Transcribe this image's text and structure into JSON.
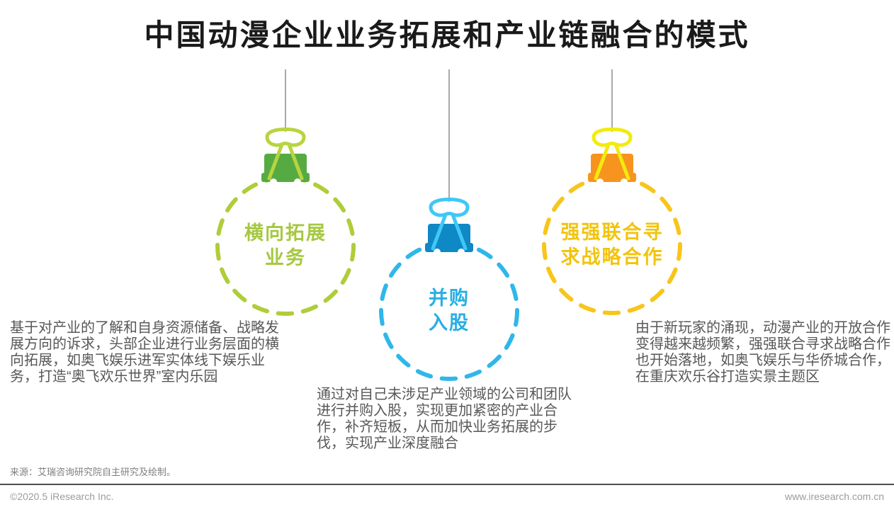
{
  "title": "中国动漫企业业务拓展和产业链融合的模式",
  "modes": [
    {
      "name": "横向拓展业务",
      "label_line1": "横向拓展",
      "label_line2": "业务",
      "description": "基于对产业的了解和自身资源储备、战略发展方向的诉求，头部企业进行业务层面的横向拓展，如奥飞娱乐进军实体线下娱乐业务，打造“奥飞欢乐世界”室内乐园",
      "colors": {
        "clip_body": "#55AB42",
        "clip_wire": "#B8D43E",
        "circle_dash": "#AFCD3A",
        "label": "#A6C841"
      }
    },
    {
      "name": "并购入股",
      "label_line1": "并购",
      "label_line2": "入股",
      "description": "通过对自己未涉足产业领域的公司和团队进行并购入股，实现更加紧密的产业合作，补齐短板，从而加快业务拓展的步伐，实现产业深度融合",
      "colors": {
        "clip_body": "#0F88C6",
        "clip_wire": "#3FC8F5",
        "circle_dash": "#2FB7EA",
        "label": "#29AEE4"
      }
    },
    {
      "name": "强强联合寻求战略合作",
      "label_line1": "强强联合寻",
      "label_line2": "求战略合作",
      "description": "由于新玩家的涌现，动漫产业的开放合作变得越来越频繁，强强联合寻求战略合作也开始落地，如奥飞娱乐与华侨城合作，在重庆欢乐谷打造实景主题区",
      "colors": {
        "clip_body": "#F7941E",
        "clip_wire": "#F1EB0F",
        "circle_dash": "#F8C51B",
        "label": "#F2C40F"
      }
    }
  ],
  "footer": {
    "source": "来源：艾瑞咨询研究院自主研究及绘制。",
    "copyright": "©2020.5 iResearch Inc.",
    "website": "www.iresearch.com.cn"
  }
}
